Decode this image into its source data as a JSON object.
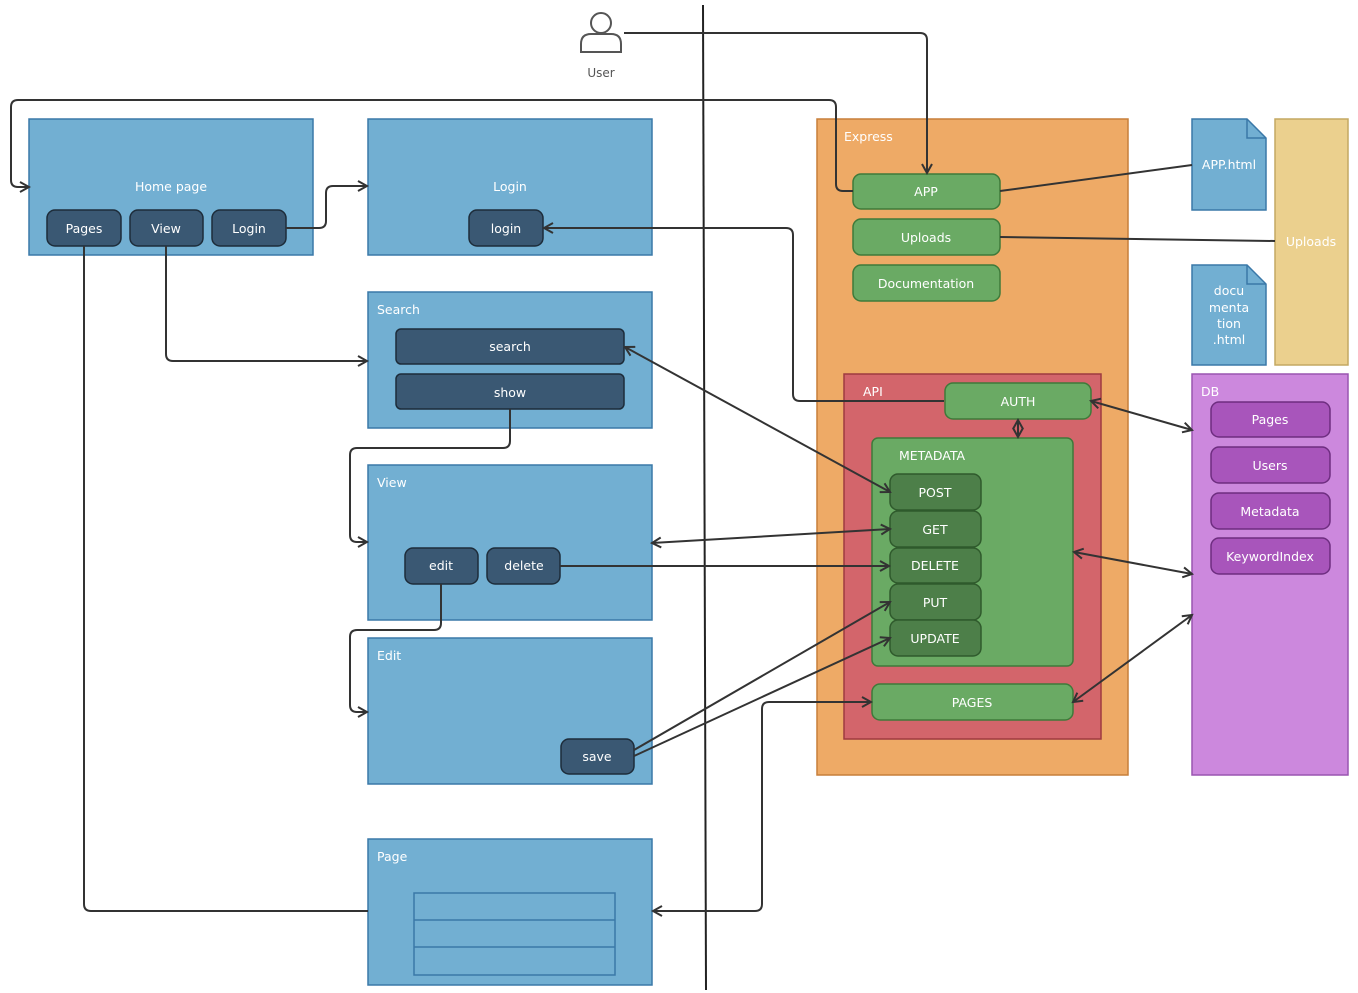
{
  "colors": {
    "blue_panel": "#72afd2",
    "blue_panel_border": "#3a78a8",
    "dark_button": "#3a5873",
    "dark_button_border": "#1d2c3a",
    "orange": "#eeaa66",
    "orange_border": "#c77f3a",
    "red": "#d3656b",
    "red_border": "#9e3b40",
    "green": "#6aaa64",
    "green_border": "#3e7a3a",
    "dark_green": "#4d7f49",
    "purple": "#cc88dd",
    "purple_border": "#9a55b0",
    "purple_button": "#a855bb",
    "beige": "#ebd08e",
    "beige_border": "#c4a862",
    "file_blue": "#72afd2",
    "line": "#333333"
  },
  "user": {
    "label": "User",
    "icon": "user-icon"
  },
  "home": {
    "title": "Home page",
    "pages_btn": "Pages",
    "view_btn": "View",
    "login_btn": "Login"
  },
  "login": {
    "title": "Login",
    "login_btn": "login"
  },
  "search": {
    "title": "Search",
    "search_btn": "search",
    "show_btn": "show"
  },
  "view": {
    "title": "View",
    "edit_btn": "edit",
    "delete_btn": "delete"
  },
  "edit": {
    "title": "Edit",
    "save_btn": "save"
  },
  "page": {
    "title": "Page"
  },
  "express": {
    "title": "Express",
    "app": "APP",
    "uploads": "Uploads",
    "documentation": "Documentation"
  },
  "api": {
    "title": "API",
    "auth": "AUTH",
    "metadata": {
      "title": "METADATA",
      "post": "POST",
      "get": "GET",
      "delete": "DELETE",
      "put": "PUT",
      "update": "UPDATE"
    },
    "pages": "PAGES"
  },
  "files": {
    "app_html": "APP.html",
    "documentation_html": [
      "docu",
      "menta",
      "tion",
      ".html"
    ]
  },
  "uploads_store": {
    "title": "Uploads"
  },
  "db": {
    "title": "DB",
    "pages": "Pages",
    "users": "Users",
    "metadata": "Metadata",
    "keyword_index": "KeywordIndex"
  }
}
